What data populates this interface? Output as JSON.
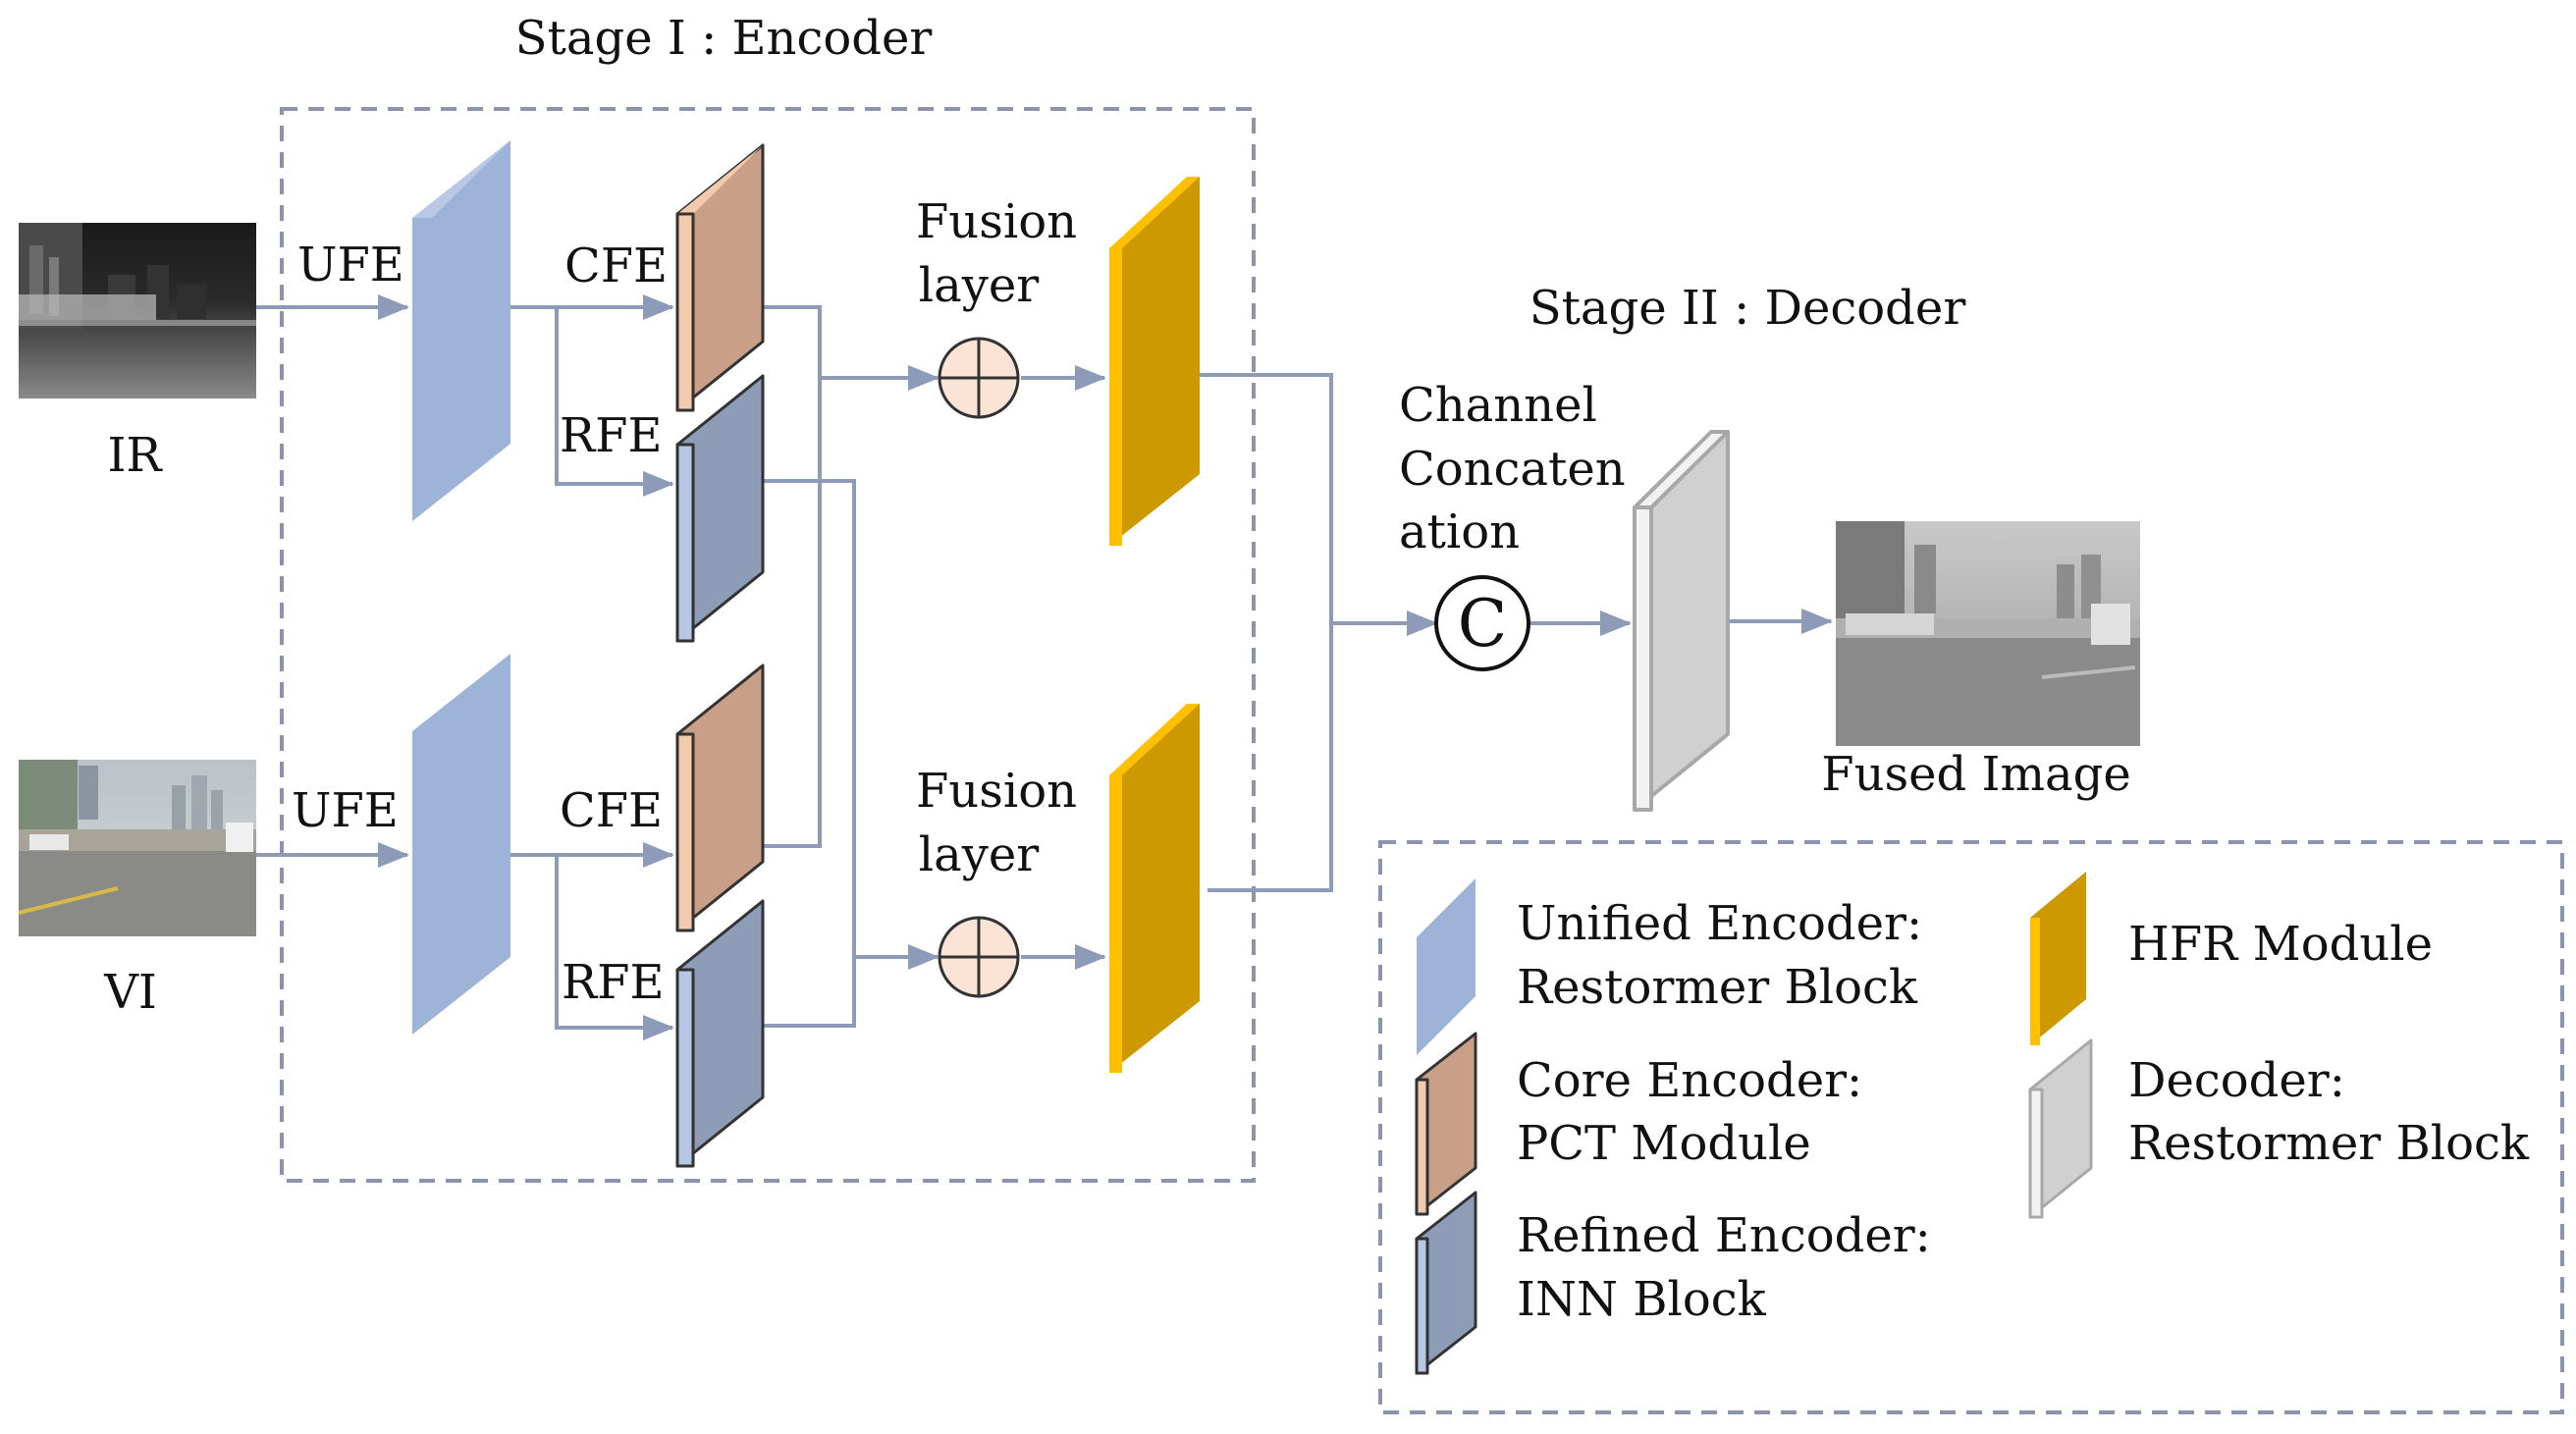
{
  "stage1": {
    "title": "Stage I : Encoder"
  },
  "stage2": {
    "title": "Stage II : Decoder"
  },
  "inputs": {
    "ir": {
      "label": "IR"
    },
    "vi": {
      "label": "VI"
    }
  },
  "edges": {
    "ufe_top": "UFE",
    "cfe_top": "CFE",
    "rfe_top": "RFE",
    "ufe_bottom": "UFE",
    "cfe_bottom": "CFE",
    "rfe_bottom": "RFE"
  },
  "fusion": {
    "top": {
      "line1": "Fusion",
      "line2": "layer"
    },
    "bottom": {
      "line1": "Fusion",
      "line2": "layer"
    }
  },
  "concat": {
    "line1": "Channel",
    "line2": "Concaten",
    "line3": "ation",
    "symbol": "C"
  },
  "output": {
    "label": "Fused Image"
  },
  "legend": {
    "unified": {
      "line1": "Unified Encoder:",
      "line2": "Restormer Block"
    },
    "core": {
      "line1": "Core Encoder:",
      "line2": "PCT Module"
    },
    "refined": {
      "line1": "Refined Encoder:",
      "line2": "INN Block"
    },
    "hfr": {
      "line1": "HFR Module"
    },
    "decoder": {
      "line1": "Decoder:",
      "line2": "Restormer Block"
    }
  },
  "colors": {
    "unified": "#9EB3D8",
    "core": "#C9A087",
    "refined": "#8D9DB8",
    "hfr": "#CC9900",
    "hfr_edge": "#FFC000",
    "decoder": "#D0D0D0",
    "arrow": "#8E9BB8",
    "dash": "#8D93AD"
  }
}
